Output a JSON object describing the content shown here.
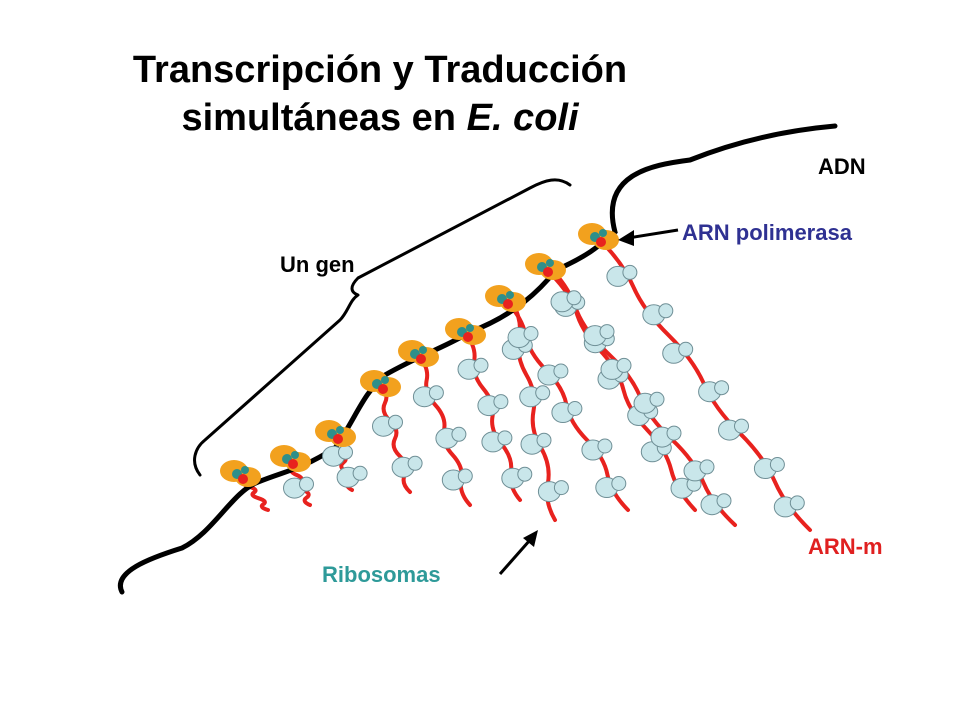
{
  "title": {
    "line1": "Transcripción y Traducción",
    "line2_prefix": "simultáneas en ",
    "line2_italic": "E. coli"
  },
  "labels": {
    "dna": "ADN",
    "polymerase": "ARN polimerasa",
    "gene": "Un gen",
    "mrna": "ARN-m",
    "ribosomes": "Ribosomas"
  },
  "colors": {
    "dna": "#000000",
    "mrna": "#e8221e",
    "ribosome": "#c9e6ea",
    "polymerase": "#f2a11e",
    "polymerase_core": "#2e8f8a",
    "polymerase_label": "#2f3192",
    "ribosome_label": "#2e9a99",
    "mrna_label": "#e02020"
  },
  "transcripts": [
    {
      "ribosomes": 0
    },
    {
      "ribosomes": 1
    },
    {
      "ribosomes": 2
    },
    {
      "ribosomes": 2
    },
    {
      "ribosomes": 3
    },
    {
      "ribosomes": 4
    },
    {
      "ribosomes": 4
    },
    {
      "ribosomes": 5
    },
    {
      "ribosomes": 6
    },
    {
      "ribosomes": 7
    },
    {
      "ribosomes": 7
    }
  ]
}
